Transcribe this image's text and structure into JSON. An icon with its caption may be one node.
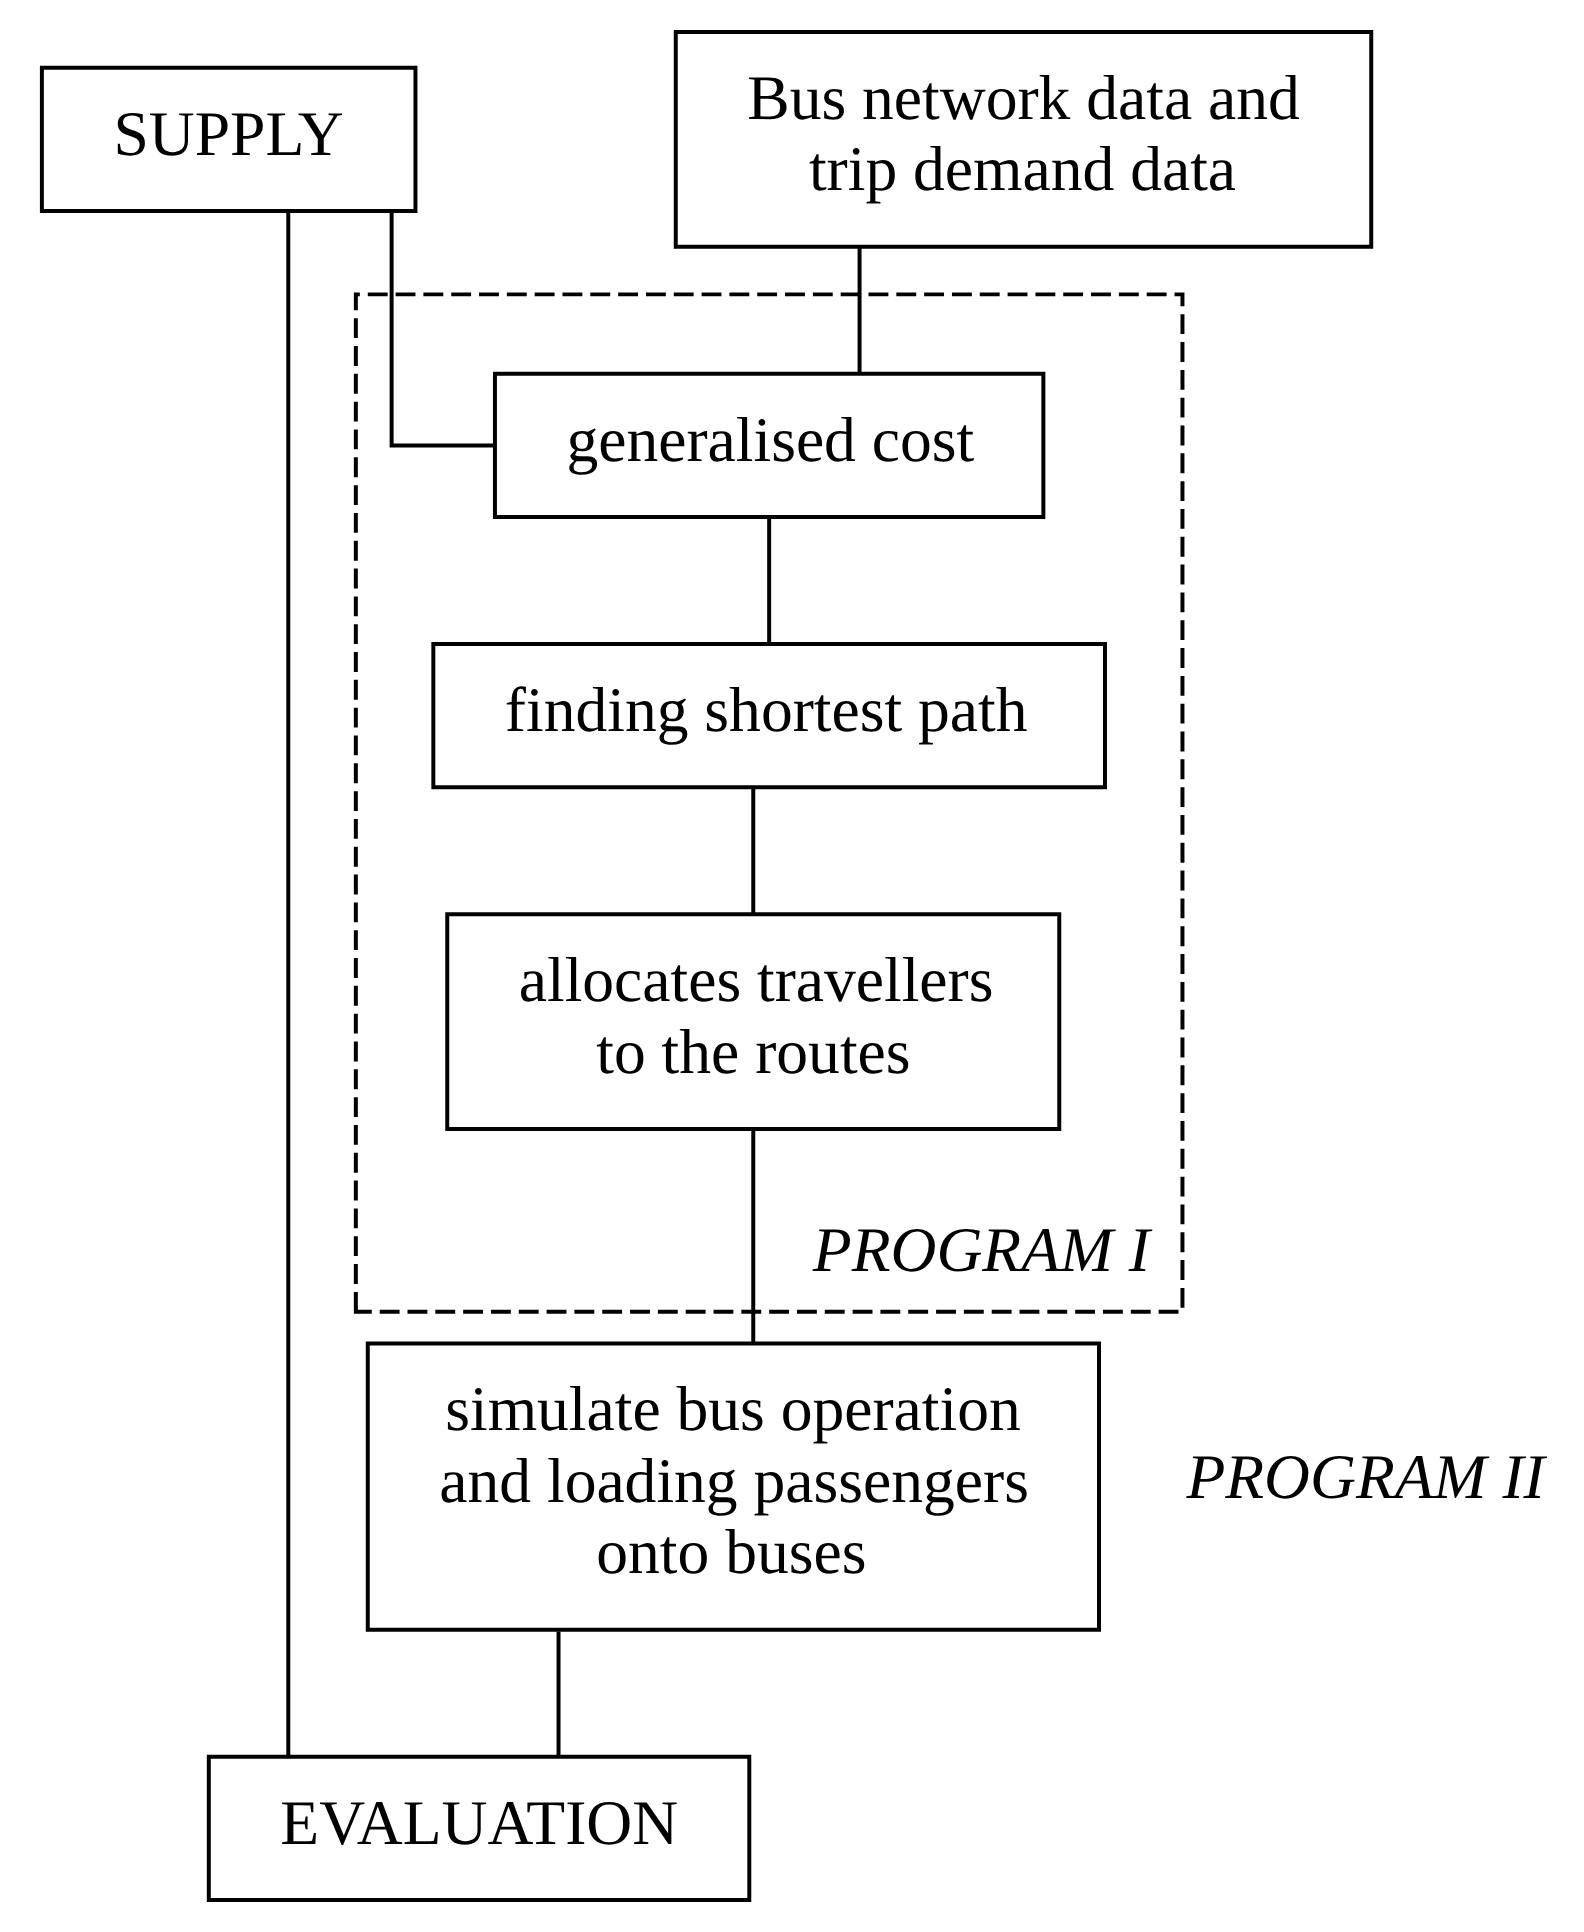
{
  "diagram": {
    "nodes": [
      {
        "text": [
          "Bus network data and trip demand data"
        ]
      },
      {
        "text": [
          "SUPPLY"
        ]
      },
      {
        "text": [
          "PROGRAM I"
        ]
      },
      {
        "text": [
          "generalised cost"
        ],
        "in": 2
      },
      {
        "text": [
          "finding shortest path"
        ],
        "in": 2
      },
      {
        "text": [
          "allocates travellers to the routes"
        ],
        "in": 2
      },
      {
        "text": [
          "simulate bus operation and loading passengers onto buses"
        ],
        "beside": [
          "PROGRAM II"
        ]
      },
      {
        "text": [
          "EVALUATION"
        ]
      }
    ],
    "edges": [
      {
        "from": 0,
        "to": 3,
        "arrow": "none"
      },
      {
        "from": 1,
        "to": 3,
        "arrow": "none"
      },
      {
        "from": 3,
        "to": 4,
        "arrow": "none"
      },
      {
        "from": 4,
        "to": 5,
        "arrow": "none"
      },
      {
        "from": 5,
        "to": 6,
        "arrow": "none"
      },
      {
        "from": 6,
        "to": 7,
        "arrow": "none"
      },
      {
        "from": 1,
        "to": 7,
        "arrow": "none"
      }
    ]
  }
}
